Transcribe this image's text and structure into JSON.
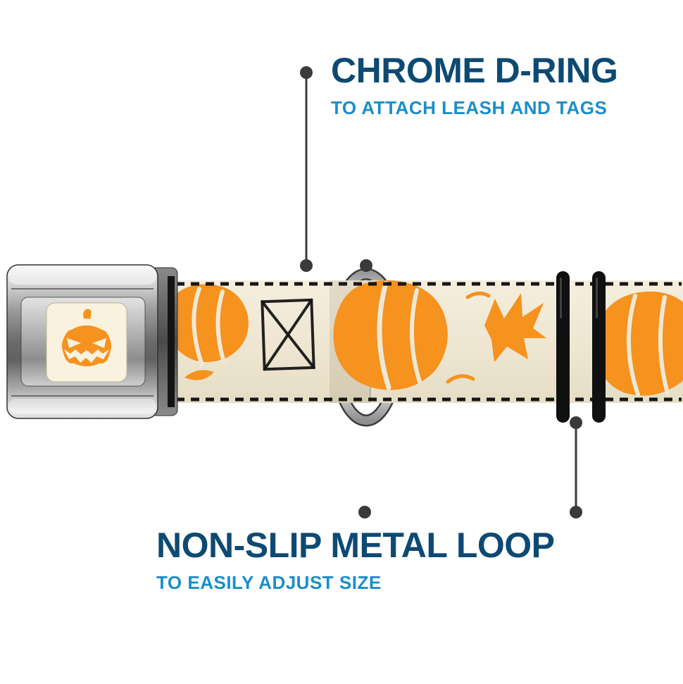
{
  "annotations": {
    "top": {
      "title": "CHROME D-RING",
      "subtitle": "TO ATTACH LEASH AND TAGS"
    },
    "bottom": {
      "title": "NON-SLIP METAL LOOP",
      "subtitle": "TO EASILY ADJUST SIZE"
    }
  },
  "colors": {
    "title_blue": "#0d4a73",
    "subtitle_blue": "#1b8ec9",
    "callout_gray": "#3a3a3a",
    "webbing_cream": "#efe8d4",
    "plate_cream": "#f8f2df",
    "pumpkin_orange": "#f6921e",
    "stitch_black": "#161616"
  },
  "icons": {
    "buckle_logo": "jack-o-lantern-icon"
  }
}
